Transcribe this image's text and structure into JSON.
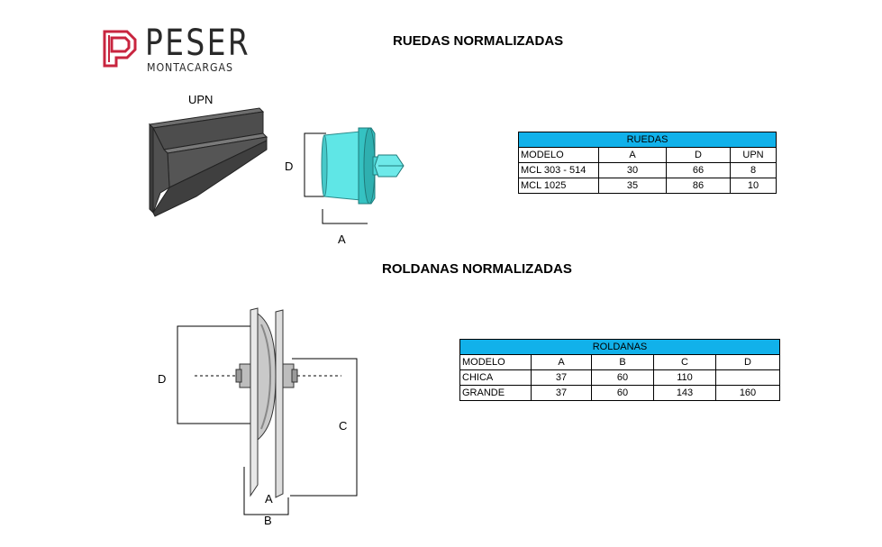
{
  "logo": {
    "name": "PESER",
    "subtitle": "MONTACARGAS",
    "brand_color": "#c8253f"
  },
  "ruedas_section": {
    "title": "RUEDAS NORMALIZADAS",
    "upn_label": "UPN",
    "dim_d": "D",
    "dim_a": "A"
  },
  "roldanas_section": {
    "title": "ROLDANAS NORMALIZADAS",
    "dim_d": "D",
    "dim_c": "C",
    "dim_a": "A",
    "dim_b": "B"
  },
  "ruedas_table": {
    "title": "RUEDAS",
    "header_color": "#11b1ea",
    "columns": [
      "MODELO",
      "A",
      "D",
      "UPN"
    ],
    "rows": [
      [
        "MCL 303 - 514",
        "30",
        "66",
        "8"
      ],
      [
        "MCL 1025",
        "35",
        "86",
        "10"
      ]
    ]
  },
  "roldanas_table": {
    "title": "ROLDANAS",
    "header_color": "#11b1ea",
    "columns": [
      "MODELO",
      "A",
      "B",
      "C",
      "D"
    ],
    "rows": [
      [
        "CHICA",
        "37",
        "60",
        "110",
        ""
      ],
      [
        "GRANDE",
        "37",
        "60",
        "143",
        "160"
      ]
    ]
  }
}
